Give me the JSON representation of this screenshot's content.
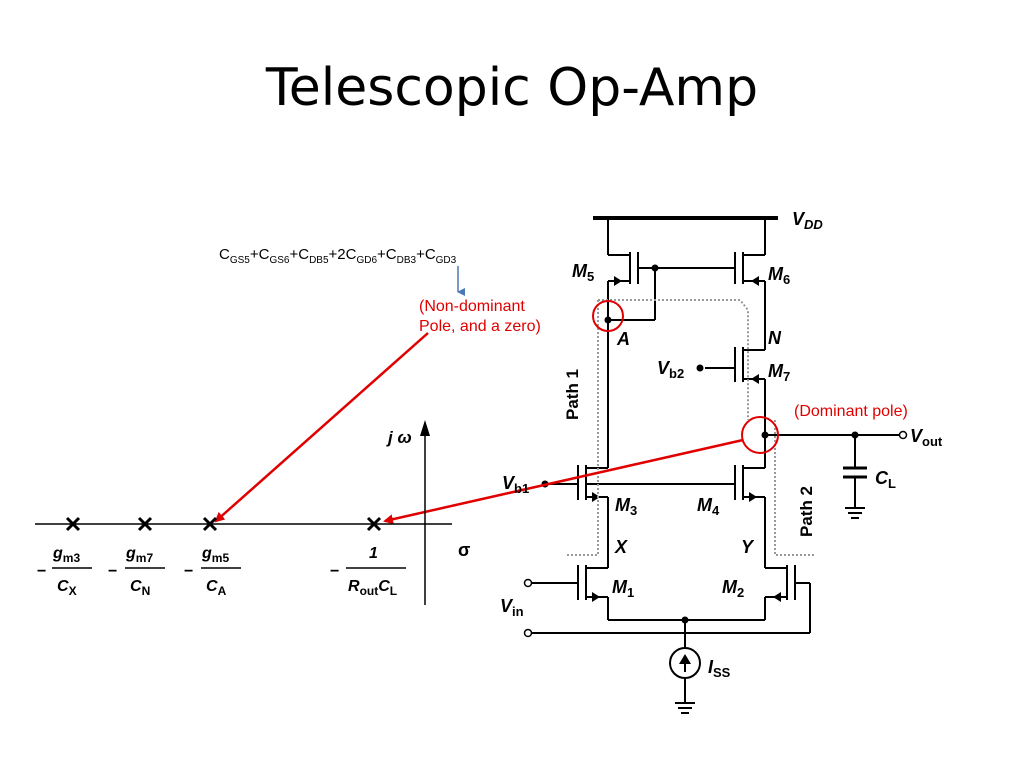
{
  "title": "Telescopic Op-Amp",
  "formula": {
    "terms": [
      {
        "p": "C",
        "s": "GS5"
      },
      {
        "p": "+C",
        "s": "GS6"
      },
      {
        "p": "+C",
        "s": "DB5"
      },
      {
        "p": "+2C",
        "s": "GD6"
      },
      {
        "p": "+C",
        "s": "DB3"
      },
      {
        "p": "+C",
        "s": "GD3"
      }
    ]
  },
  "annotations": {
    "non_dominant_line1": "(Non-dominant",
    "non_dominant_line2": "Pole, and a zero)",
    "dominant": "(Dominant pole)"
  },
  "circuit": {
    "vdd": {
      "main": "V",
      "sub": "DD"
    },
    "m5": {
      "main": "M",
      "sub": "5"
    },
    "m6": {
      "main": "M",
      "sub": "6"
    },
    "m7": {
      "main": "M",
      "sub": "7"
    },
    "m3": {
      "main": "M",
      "sub": "3"
    },
    "m4": {
      "main": "M",
      "sub": "4"
    },
    "m1": {
      "main": "M",
      "sub": "1"
    },
    "m2": {
      "main": "M",
      "sub": "2"
    },
    "node_a": "A",
    "node_n": "N",
    "node_x": "X",
    "node_y": "Y",
    "vb2": {
      "main": "V",
      "sub": "b2"
    },
    "vb1": {
      "main": "V",
      "sub": "b1"
    },
    "vout": {
      "main": "V",
      "sub": "out"
    },
    "cl": {
      "main": "C",
      "sub": "L"
    },
    "vin": {
      "main": "V",
      "sub": "in"
    },
    "iss": {
      "main": "I",
      "sub": "SS"
    },
    "path1": "Path 1",
    "path2": "Path 2"
  },
  "pole_plot": {
    "j_omega": "j ω",
    "sigma": "σ",
    "poles": [
      {
        "num_main": "g",
        "num_sub": "m3",
        "den_main": "C",
        "den_sub": "X"
      },
      {
        "num_main": "g",
        "num_sub": "m7",
        "den_main": "C",
        "den_sub": "N"
      },
      {
        "num_main": "g",
        "num_sub": "m5",
        "den_main": "C",
        "den_sub": "A"
      },
      {
        "num_main": "1",
        "num_sub": "",
        "den_main": "R",
        "den_sub": "out",
        "den_main2": "C",
        "den_sub2": "L"
      }
    ],
    "minus": "−"
  }
}
